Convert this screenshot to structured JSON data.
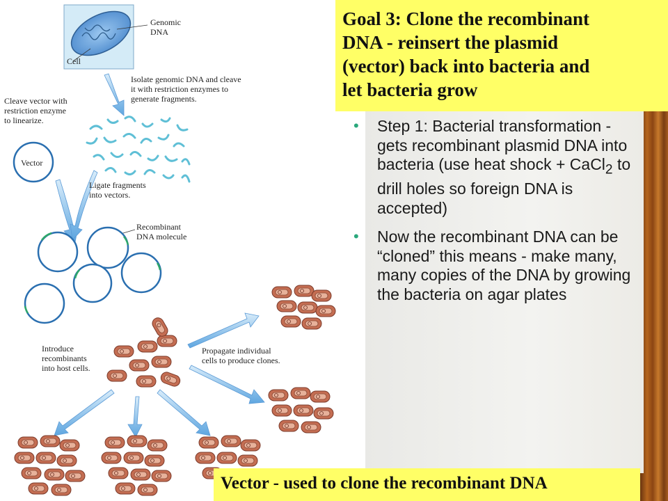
{
  "goal": {
    "line1": "Goal 3: Clone the recombinant",
    "line2": "DNA - reinsert the plasmid",
    "line3": "(vector) back into bacteria and",
    "line4": "let bacteria grow"
  },
  "bullets": {
    "b1_text": " Step 1: Bacterial transformation - gets recombinant plasmid DNA into bacteria (use heat shock + CaCl",
    "b1_sub": "2",
    "b1_tail": " to drill holes so foreign DNA is accepted)",
    "b2_text": "Now the recombinant DNA can be “cloned” this means - make many, many copies of the DNA by growing the bacteria on agar plates"
  },
  "footer": {
    "text": "Vector - used to clone the recombinant DNA"
  },
  "diagram": {
    "genomic_1": "Genomic",
    "genomic_2": "DNA",
    "cell": "Cell",
    "isolate_1": "Isolate genomic DNA and cleave",
    "isolate_2": "it with restriction enzymes to",
    "isolate_3": "generate fragments.",
    "cleave_1": "Cleave vector with",
    "cleave_2": "restriction enzyme",
    "cleave_3": "to linearize.",
    "vector": "Vector",
    "ligate_1": "Ligate fragments",
    "ligate_2": "into vectors.",
    "recomb_1": "Recombinant",
    "recomb_2": "DNA molecule",
    "introduce_1": "Introduce",
    "introduce_2": "recombinants",
    "introduce_3": "into host cells.",
    "propagate_1": "Propagate individual",
    "propagate_2": "cells to produce clones."
  },
  "colors": {
    "highlight": "#ffff66",
    "bullet": "#2aa87c",
    "cell_blue": "#5a9ad6",
    "bacteria": "#b4614a",
    "arrow": "#7fb8e6"
  }
}
